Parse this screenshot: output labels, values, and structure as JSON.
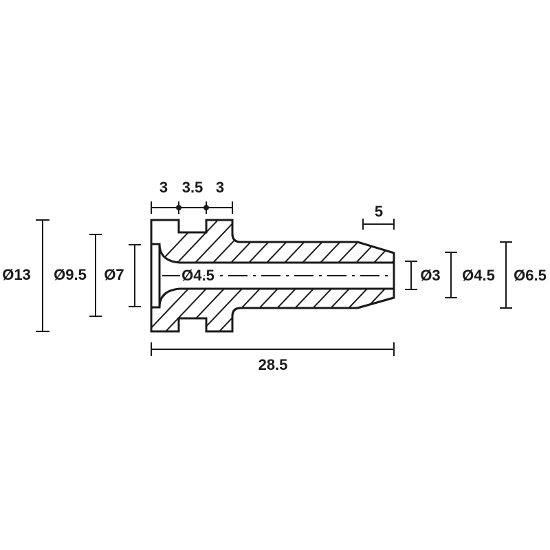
{
  "drawing": {
    "colors": {
      "line": "#1a1a1a",
      "background": "#ffffff"
    },
    "dimensions": {
      "top_slot_1": "3",
      "top_slot_2": "3.5",
      "top_slot_3": "3",
      "tip_length": "5",
      "overall_length": "28.5",
      "flange_diameter": "Ø13",
      "groove_diameter": "Ø9.5",
      "recess_diameter": "Ø7",
      "bore_diameter": "Ø4.5",
      "outlet_diameter": "Ø3",
      "tip_diameter": "Ø4.5",
      "shaft_diameter": "Ø6.5"
    }
  }
}
